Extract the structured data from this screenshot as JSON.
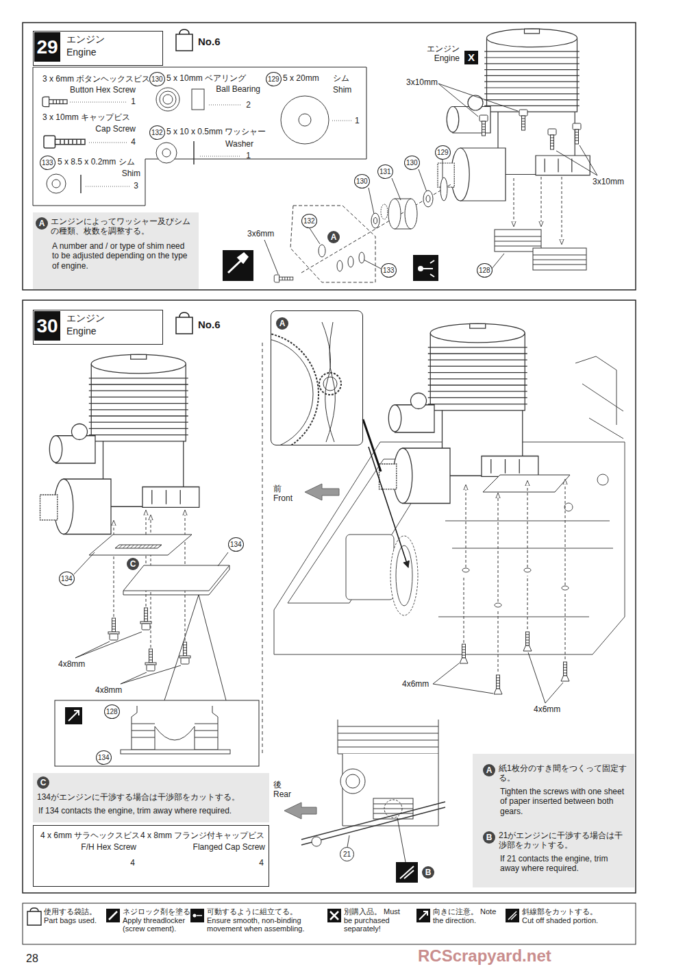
{
  "diagram": {
    "nodes": [
      {
        "text": [
          "29",
          "エンジン",
          "Engine"
        ]
      },
      {
        "text": [
          "3 x 6mm ボタンヘックスビス",
          "Button Hex Screw",
          "1",
          "3 x 10mm キャップビス",
          "Cap Screw",
          "4",
          "133",
          "5 x 8.5 x 0.2mm シム",
          "Shim",
          "3",
          "130",
          "5 x 10mm ベアリング",
          "Ball Bearing",
          "2",
          "132",
          "5 x 10 x 0.5mm ワッシャー",
          "Washer",
          "1",
          "129",
          "5 x 20mm",
          "シム",
          "Shim",
          "1"
        ]
      },
      {
        "text": [
          "A",
          "エンジンによってワッシャー及びシムの種類、枚数を調整する。",
          "A number and / or type of shim need to be adjusted depending on the type of engine."
        ]
      },
      {
        "text": [
          "30",
          "エンジン",
          "Engine"
        ]
      },
      {
        "text": [
          "A"
        ]
      },
      {
        "text": [
          "C",
          "134がエンジンに干渉する場合は干渉部をカットする。",
          "If 134 contacts the engine, trim away where required."
        ]
      },
      {
        "text": [
          "4 x 6mm サラヘックスビス",
          "F/H Hex Screw",
          "4",
          "4 x 8mm フランジ付キャップビス",
          "Flanged Cap Screw",
          "4"
        ]
      },
      {
        "text": [
          "A",
          "紙1枚分のすき間をつくって固定する。",
          "Tighten the screws with one sheet of paper inserted between both gears.",
          "B",
          "21がエンジンに干渉する場合は干渉部をカットする。",
          "If 21 contacts the engine, trim away where required."
        ]
      }
    ],
    "labels": [
      "No.6",
      "エンジン Engine",
      "X",
      "3x10mm",
      "3x10mm",
      "3x6mm",
      "132",
      "A",
      "133",
      "130",
      "131",
      "130",
      "129",
      "128",
      "No.6",
      "134",
      "134",
      "C",
      "4x8mm",
      "4x8mm",
      "128",
      "134",
      "前 Front",
      "4x6mm",
      "4x6mm",
      "後 Rear",
      "21",
      "B",
      "28",
      "RCScrapyard.net"
    ],
    "legend": [
      {
        "text": "使用する袋詰。 Part bags used."
      },
      {
        "text": "ネジロック剤を塗る。 Apply threadlocker (screw cement)."
      },
      {
        "text": "可動するように組立てる。 Ensure smooth, non-binding movement when assembling."
      },
      {
        "text": "別購入品。 Must be purchased separately!"
      },
      {
        "text": "向きに注意。 Note the direction."
      },
      {
        "text": "斜線部をカットする。 Cut off shaded portion."
      }
    ]
  }
}
